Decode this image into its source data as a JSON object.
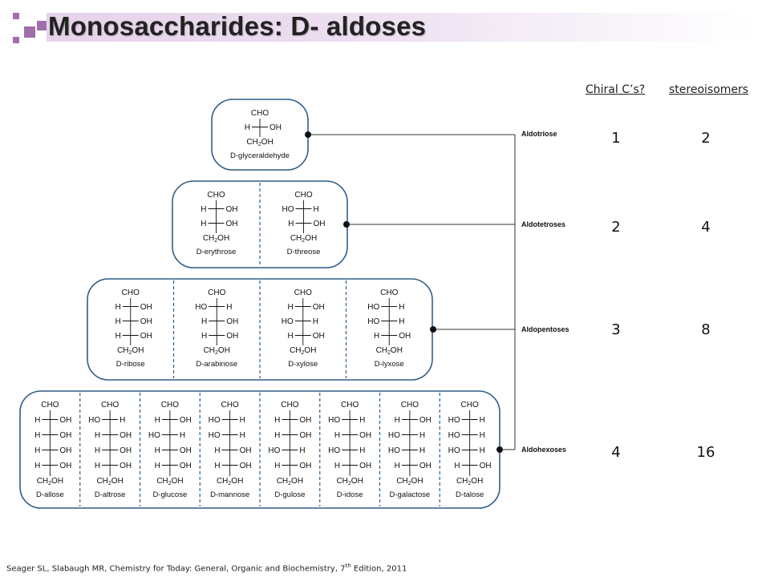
{
  "title": "Monosaccharides: D- aldoses",
  "headers": {
    "chiral": "Chiral C’s?",
    "stereo": "stereoisomers"
  },
  "citation": {
    "before": "Seager SL, Slabaugh MR, Chemistry for Today: General, Organic and Biochemistry, 7",
    "sup": "th",
    "after": " Edition, 2011"
  },
  "families": [
    {
      "label": "Aldotriose",
      "chiral": "1",
      "stereo": "2",
      "sugars": [
        {
          "name": "D-glyceraldehyde",
          "rows": [
            "R"
          ]
        }
      ]
    },
    {
      "label": "Aldotetroses",
      "chiral": "2",
      "stereo": "4",
      "sugars": [
        {
          "name": "D-erythrose",
          "rows": [
            "R",
            "R"
          ]
        },
        {
          "name": "D-threose",
          "rows": [
            "L",
            "R"
          ]
        }
      ]
    },
    {
      "label": "Aldopentoses",
      "chiral": "3",
      "stereo": "8",
      "sugars": [
        {
          "name": "D-ribose",
          "rows": [
            "R",
            "R",
            "R"
          ]
        },
        {
          "name": "D-arabinose",
          "rows": [
            "L",
            "R",
            "R"
          ]
        },
        {
          "name": "D-xylose",
          "rows": [
            "R",
            "L",
            "R"
          ]
        },
        {
          "name": "D-lyxose",
          "rows": [
            "L",
            "L",
            "R"
          ]
        }
      ]
    },
    {
      "label": "Aldohexoses",
      "chiral": "4",
      "stereo": "16",
      "sugars": [
        {
          "name": "D-allose",
          "rows": [
            "R",
            "R",
            "R",
            "R"
          ]
        },
        {
          "name": "D-altrose",
          "rows": [
            "L",
            "R",
            "R",
            "R"
          ]
        },
        {
          "name": "D-glucose",
          "rows": [
            "R",
            "L",
            "R",
            "R"
          ]
        },
        {
          "name": "D-mannose",
          "rows": [
            "L",
            "L",
            "R",
            "R"
          ]
        },
        {
          "name": "D-gulose",
          "rows": [
            "R",
            "R",
            "L",
            "R"
          ]
        },
        {
          "name": "D-idose",
          "rows": [
            "L",
            "R",
            "L",
            "R"
          ]
        },
        {
          "name": "D-galactose",
          "rows": [
            "R",
            "L",
            "L",
            "R"
          ]
        },
        {
          "name": "D-talose",
          "rows": [
            "L",
            "L",
            "L",
            "R"
          ]
        }
      ]
    }
  ],
  "colors": {
    "box_border": "#2f5e8a",
    "accent": "#a06eab"
  }
}
